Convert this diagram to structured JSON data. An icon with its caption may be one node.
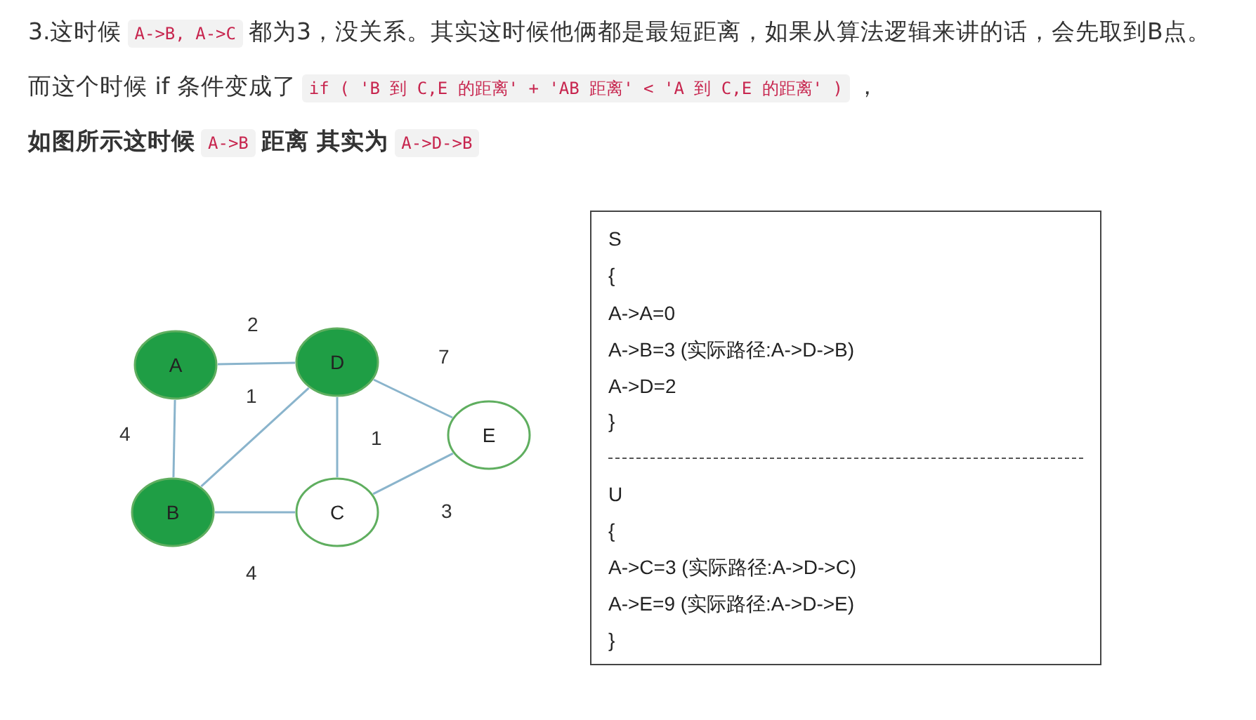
{
  "diagram": {
    "nodes": [
      {
        "text": [
          "A"
        ]
      },
      {
        "text": [
          "D"
        ]
      },
      {
        "text": [
          "E"
        ]
      },
      {
        "text": [
          "B"
        ]
      },
      {
        "text": [
          "C"
        ]
      },
      {
        "text": [
          "S",
          "{",
          "A->A=0",
          "A->B=3 (实际路径:A->D->B)",
          "A->D=2",
          "}",
          "U",
          "{",
          "A->C=3 (实际路径:A->D->C)",
          "A->E=9 (实际路径:A->D->E)",
          "}"
        ]
      }
    ],
    "edges": [
      {
        "from": 0,
        "to": 1,
        "arrow": "none",
        "label": "2"
      },
      {
        "from": 0,
        "to": 3,
        "arrow": "none",
        "label": "4"
      },
      {
        "from": 3,
        "to": 1,
        "arrow": "none",
        "label": "1"
      },
      {
        "from": 1,
        "to": 4,
        "arrow": "none",
        "label": "1"
      },
      {
        "from": 1,
        "to": 2,
        "arrow": "none",
        "label": "7"
      },
      {
        "from": 3,
        "to": 4,
        "arrow": "none",
        "label": "4"
      },
      {
        "from": 4,
        "to": 2,
        "arrow": "none",
        "label": "3"
      }
    ],
    "labels": [
      "3.这时候",
      "A->B, A->C",
      "都为3，没关系。其实这时候他俩都是最短距离，如果从算法逻辑来讲的话，会先取到B点。而这个时候 if 条件变成了",
      "if ( 'B 到 C,E 的距离' + 'AB 距离' < 'A 到 C,E 的距离' )",
      "，",
      "如图所示这时候",
      "A->B",
      "距离 其实为",
      "A->D->B"
    ]
  }
}
